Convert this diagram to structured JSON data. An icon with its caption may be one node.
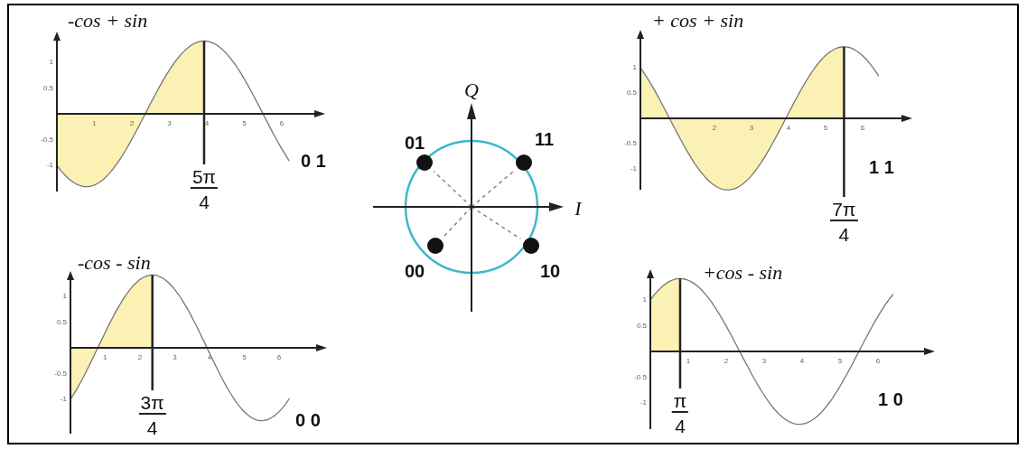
{
  "diagram": {
    "nodes": [
      {
        "text": [],
        "shape": "circle",
        "beside": [
          "01"
        ]
      },
      {
        "text": [],
        "shape": "circle",
        "beside": [
          "11"
        ]
      },
      {
        "text": [],
        "shape": "circle",
        "beside": [
          "00"
        ]
      },
      {
        "text": [],
        "shape": "circle",
        "beside": [
          "10"
        ]
      }
    ],
    "labels": [
      "-cos + sin",
      "1",
      "0.5",
      "-0.5",
      "-1",
      "1",
      "2",
      "3",
      "4",
      "5",
      "6",
      "5π",
      "4",
      "0 1",
      "Q",
      "I",
      "+ cos + sin",
      "1",
      "0.5",
      "-0.5",
      "-1",
      "2",
      "3",
      "4",
      "5",
      "6",
      "7π",
      "4",
      "1 1",
      "-cos - sin",
      "1",
      "0.5",
      "-0.5",
      "-1",
      "1",
      "2",
      "3",
      "4",
      "5",
      "6",
      "3π",
      "4",
      "0 0",
      "+cos - sin",
      "1",
      "0.5",
      "-0.5",
      "-1",
      "1",
      "2",
      "3",
      "4",
      "5",
      "6",
      "π",
      "4",
      "1 0"
    ]
  }
}
